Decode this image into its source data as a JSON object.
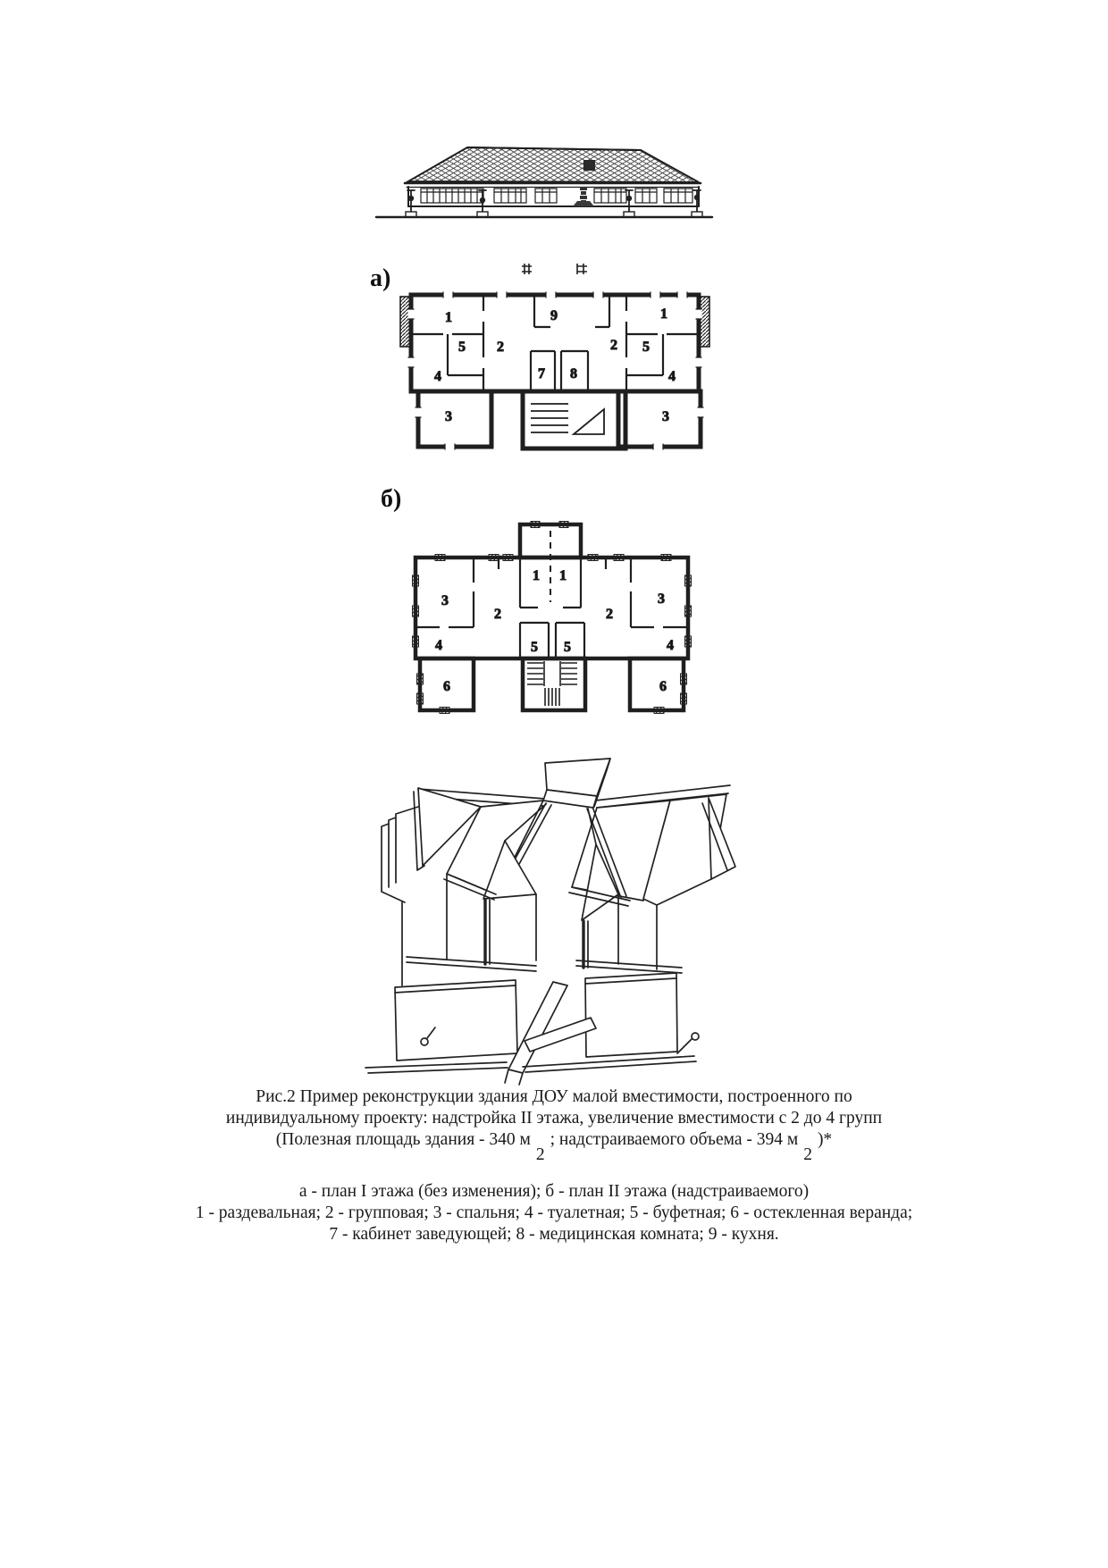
{
  "page": {
    "background": "#ffffff",
    "ink": "#1f1f1f"
  },
  "figure_labels": {
    "plan_a": "а)",
    "plan_b": "б)"
  },
  "plan_a": {
    "room_labels": [
      "1",
      "9",
      "1",
      "5",
      "2",
      "2",
      "5",
      "4",
      "7",
      "8",
      "4",
      "3",
      "3"
    ]
  },
  "plan_b": {
    "room_labels": [
      "1",
      "1",
      "3",
      "2",
      "2",
      "3",
      "4",
      "5",
      "5",
      "4",
      "6",
      "6"
    ]
  },
  "caption": {
    "line1": "Рис.2 Пример реконструкции здания ДОУ малой вместимости, построенного по",
    "line2": "индивидуальному проекту: надстройка II этажа, увеличение вместимости с 2 до 4 групп",
    "line3_pre": "(Полезная площадь здания - 340 м",
    "line3_sub1": "2",
    "line3_mid": "; надстраиваемого объема - 394 м",
    "line3_sub2": "2",
    "line3_post": ")*"
  },
  "legend": {
    "line1": "а - план I этажа (без изменения); б - план II этажа (надстраиваемого)",
    "line2": "1 - раздевальная; 2 - групповая; 3 - спальня; 4 - туалетная; 5 - буфетная; 6 - остекленная веранда;",
    "line3": "7 - кабинет заведующей; 8 - медицинская комната; 9 - кухня."
  }
}
